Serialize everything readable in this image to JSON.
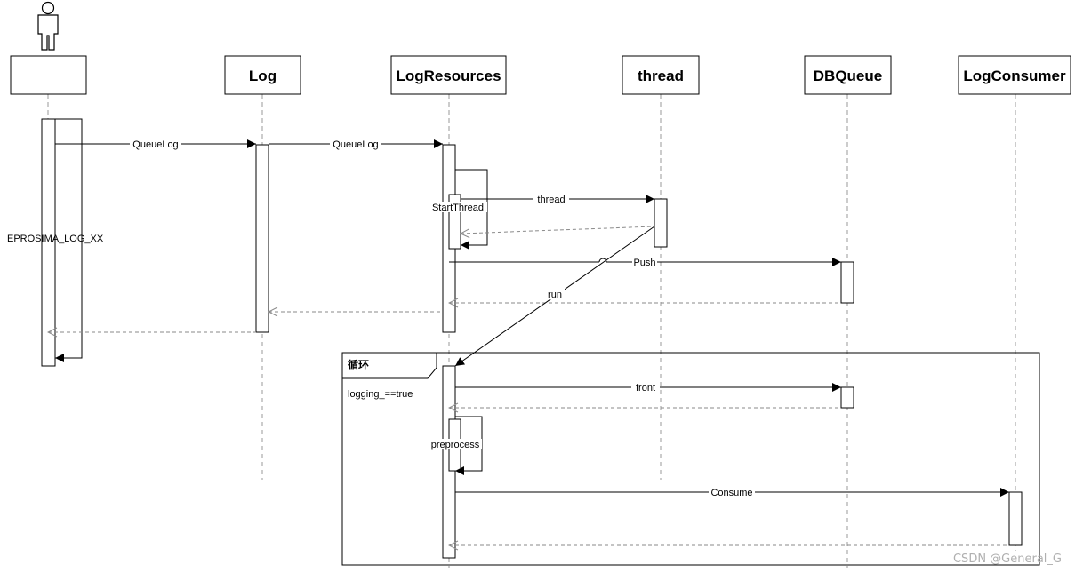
{
  "participants": [
    {
      "id": "actor",
      "label": ""
    },
    {
      "id": "log",
      "label": "Log"
    },
    {
      "id": "logresources",
      "label": "LogResources"
    },
    {
      "id": "thread",
      "label": "thread"
    },
    {
      "id": "dbqueue",
      "label": "DBQueue"
    },
    {
      "id": "logconsumer",
      "label": "LogConsumer"
    }
  ],
  "messages": {
    "call_label": "EPROSIMA_LOG_XX",
    "queuelog_1": "QueueLog",
    "queuelog_2": "QueueLog",
    "startthread": "StartThread",
    "thread": "thread",
    "push": "Push",
    "run": "run",
    "front": "front",
    "preprocess": "preprocess",
    "consume": "Consume"
  },
  "loop_frame": {
    "tag": "循环",
    "guard": "logging_==true"
  },
  "watermark": "CSDN @General_G"
}
